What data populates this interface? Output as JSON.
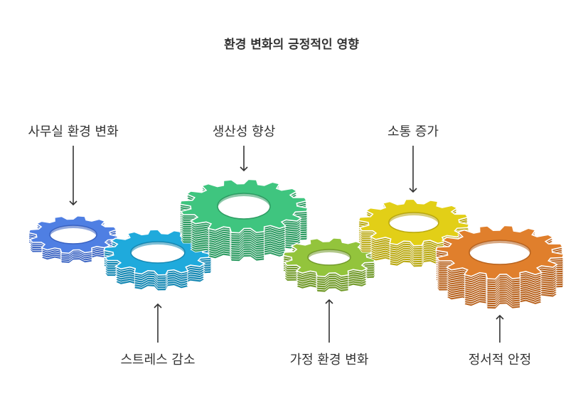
{
  "title": "환경 변화의 긍정적인 영향",
  "gears": [
    {
      "id": "office",
      "label": "사무실 환경 변화",
      "color": "#4f7fe3",
      "side": "#3a63c2",
      "label_pos": "top"
    },
    {
      "id": "stress",
      "label": "스트레스 감소",
      "color": "#1faadc",
      "side": "#1688b3",
      "label_pos": "bottom"
    },
    {
      "id": "product",
      "label": "생산성 향상",
      "color": "#3fc57f",
      "side": "#2e9c63",
      "label_pos": "top"
    },
    {
      "id": "home",
      "label": "가정 환경 변화",
      "color": "#93c43c",
      "side": "#739b2c",
      "label_pos": "bottom"
    },
    {
      "id": "comm",
      "label": "소통 증가",
      "color": "#e2cf17",
      "side": "#b9a80f",
      "label_pos": "top"
    },
    {
      "id": "stable",
      "label": "정서적 안정",
      "color": "#e07f2c",
      "side": "#b8631f",
      "label_pos": "bottom"
    }
  ]
}
